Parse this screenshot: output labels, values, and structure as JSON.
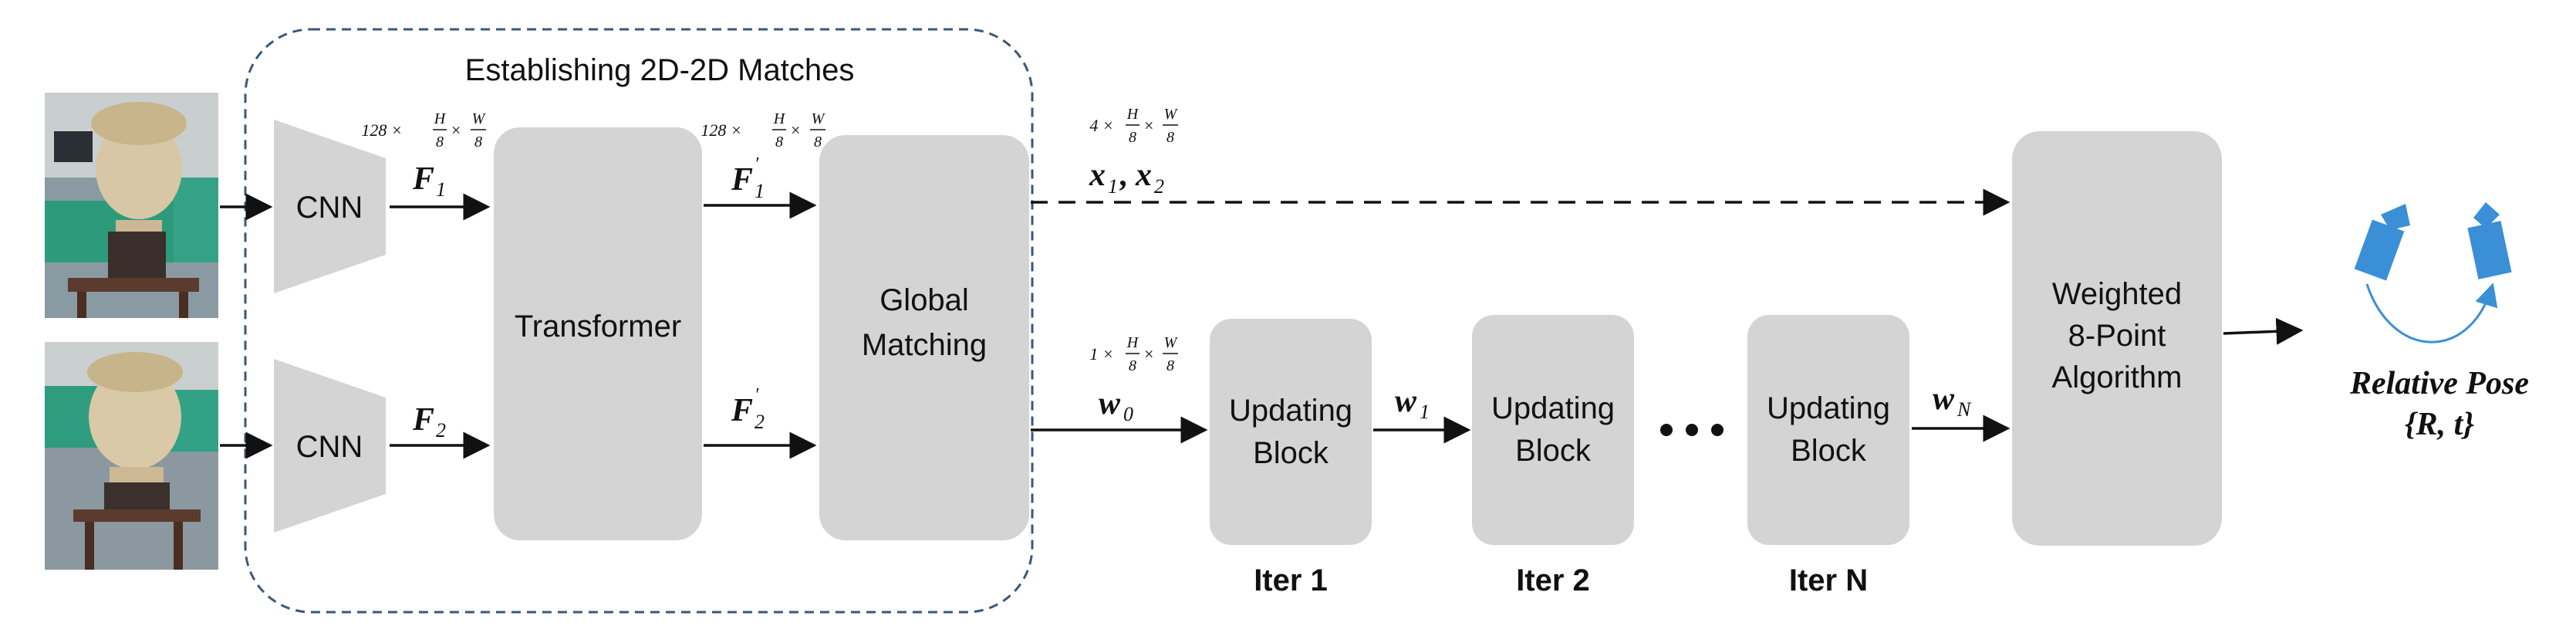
{
  "title": "Establishing 2D-2D Matches",
  "cnn_top": "CNN",
  "cnn_bottom": "CNN",
  "transformer": "Transformer",
  "global_matching": [
    "Global",
    "Matching"
  ],
  "updating_block": [
    "Updating",
    "Block"
  ],
  "weighted": [
    "Weighted",
    "8-Point",
    "Algorithm"
  ],
  "iters": [
    "Iter 1",
    "Iter 2",
    "Iter N"
  ],
  "ellipsis": "• • •",
  "relative_pose": "Relative Pose",
  "pose_set": "{R, t}",
  "dims": {
    "d128_a": "128 ×",
    "d128_b": "128 ×",
    "d4": "4 ×",
    "d1": "1 ×",
    "H": "H",
    "W": "W",
    "eight": "8"
  },
  "vars": {
    "F": "F",
    "x": "x",
    "w": "w",
    "s1": "1",
    "s2": "2",
    "s0": "0",
    "sN": "N",
    "prime": "′",
    "comma": ","
  },
  "colors": {
    "block": "#d4d4d4",
    "dash_border": "#3a5878",
    "camera": "#3b8fd6",
    "arrow": "#111111"
  }
}
